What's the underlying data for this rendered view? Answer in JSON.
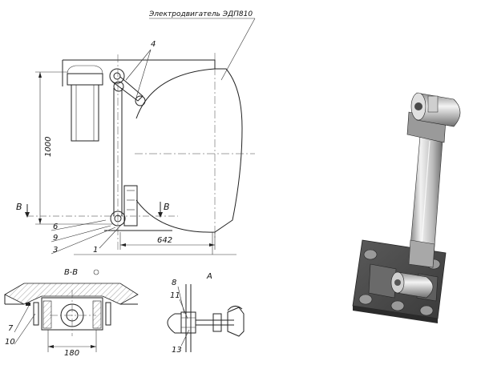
{
  "title": "Электродвигатель ЭДП810",
  "dimensions": {
    "height": "1000",
    "width": "642",
    "section_width": "180"
  },
  "section_labels": {
    "b_left": "B",
    "b_right": "B",
    "section_bb": "B-B",
    "view_a": "A"
  },
  "callouts": {
    "c1": "1",
    "c3": "3",
    "c4": "4",
    "c6": "6",
    "c7": "7",
    "c8": "8",
    "c9": "9",
    "c10": "10",
    "c11": "11",
    "c13": "13"
  }
}
